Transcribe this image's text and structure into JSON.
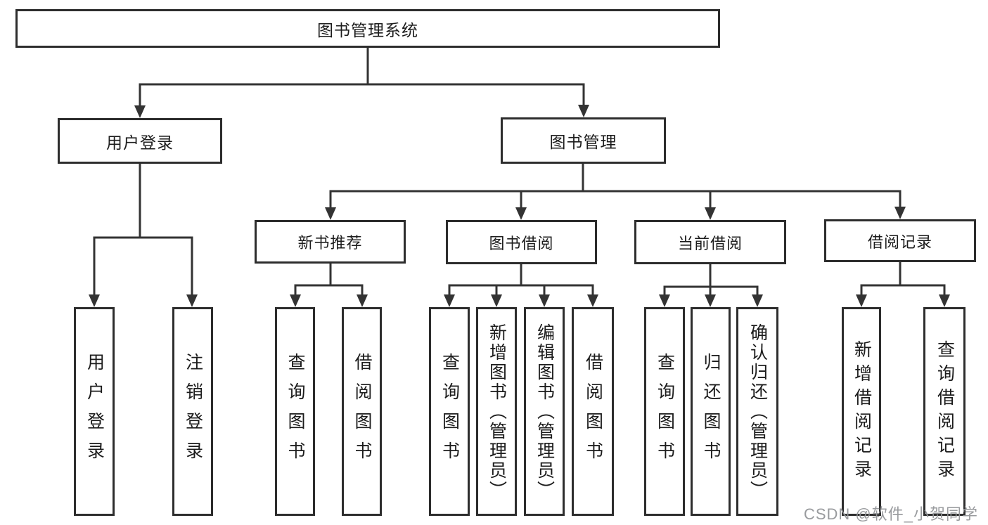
{
  "diagram": {
    "title": "图书管理系统",
    "tree": {
      "root": "图书管理系统",
      "children": [
        {
          "label": "用户登录",
          "children": [
            {
              "label": "用户登录"
            },
            {
              "label": "注销登录"
            }
          ]
        },
        {
          "label": "图书管理",
          "children": [
            {
              "label": "新书推荐",
              "children": [
                {
                  "label": "查询图书"
                },
                {
                  "label": "借阅图书"
                }
              ]
            },
            {
              "label": "图书借阅",
              "children": [
                {
                  "label": "查询图书"
                },
                {
                  "label": "新增图书（管理员）"
                },
                {
                  "label": "编辑图书（管理员）"
                },
                {
                  "label": "借阅图书"
                }
              ]
            },
            {
              "label": "当前借阅",
              "children": [
                {
                  "label": "查询图书"
                },
                {
                  "label": "归还图书"
                },
                {
                  "label": "确认归还（管理员）"
                }
              ]
            },
            {
              "label": "借阅记录",
              "children": [
                {
                  "label": "新增借阅记录"
                },
                {
                  "label": "查询借阅记录"
                }
              ]
            }
          ]
        }
      ]
    },
    "colors": {
      "line": "#333333",
      "box_border": "#2d2d2d",
      "box_fill": "#ffffff",
      "text": "#1c1c1c",
      "background": "#ffffff",
      "watermark": "#949699"
    }
  },
  "watermark": {
    "text": "CSDN @软件_小贺同学"
  }
}
